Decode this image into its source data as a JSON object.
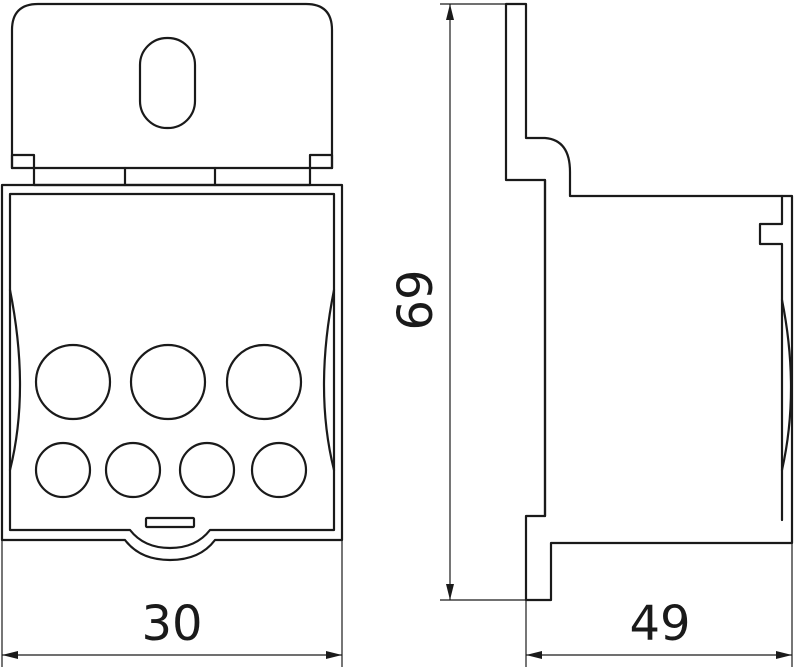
{
  "drawing": {
    "dimensions": {
      "width": {
        "value": "30"
      },
      "height": {
        "value": "69"
      },
      "depth": {
        "value": "49"
      }
    },
    "colors": {
      "line": "#1a1a1a",
      "background": "#ffffff"
    },
    "front_view": {
      "large_holes": 3,
      "small_holes": 4
    }
  }
}
